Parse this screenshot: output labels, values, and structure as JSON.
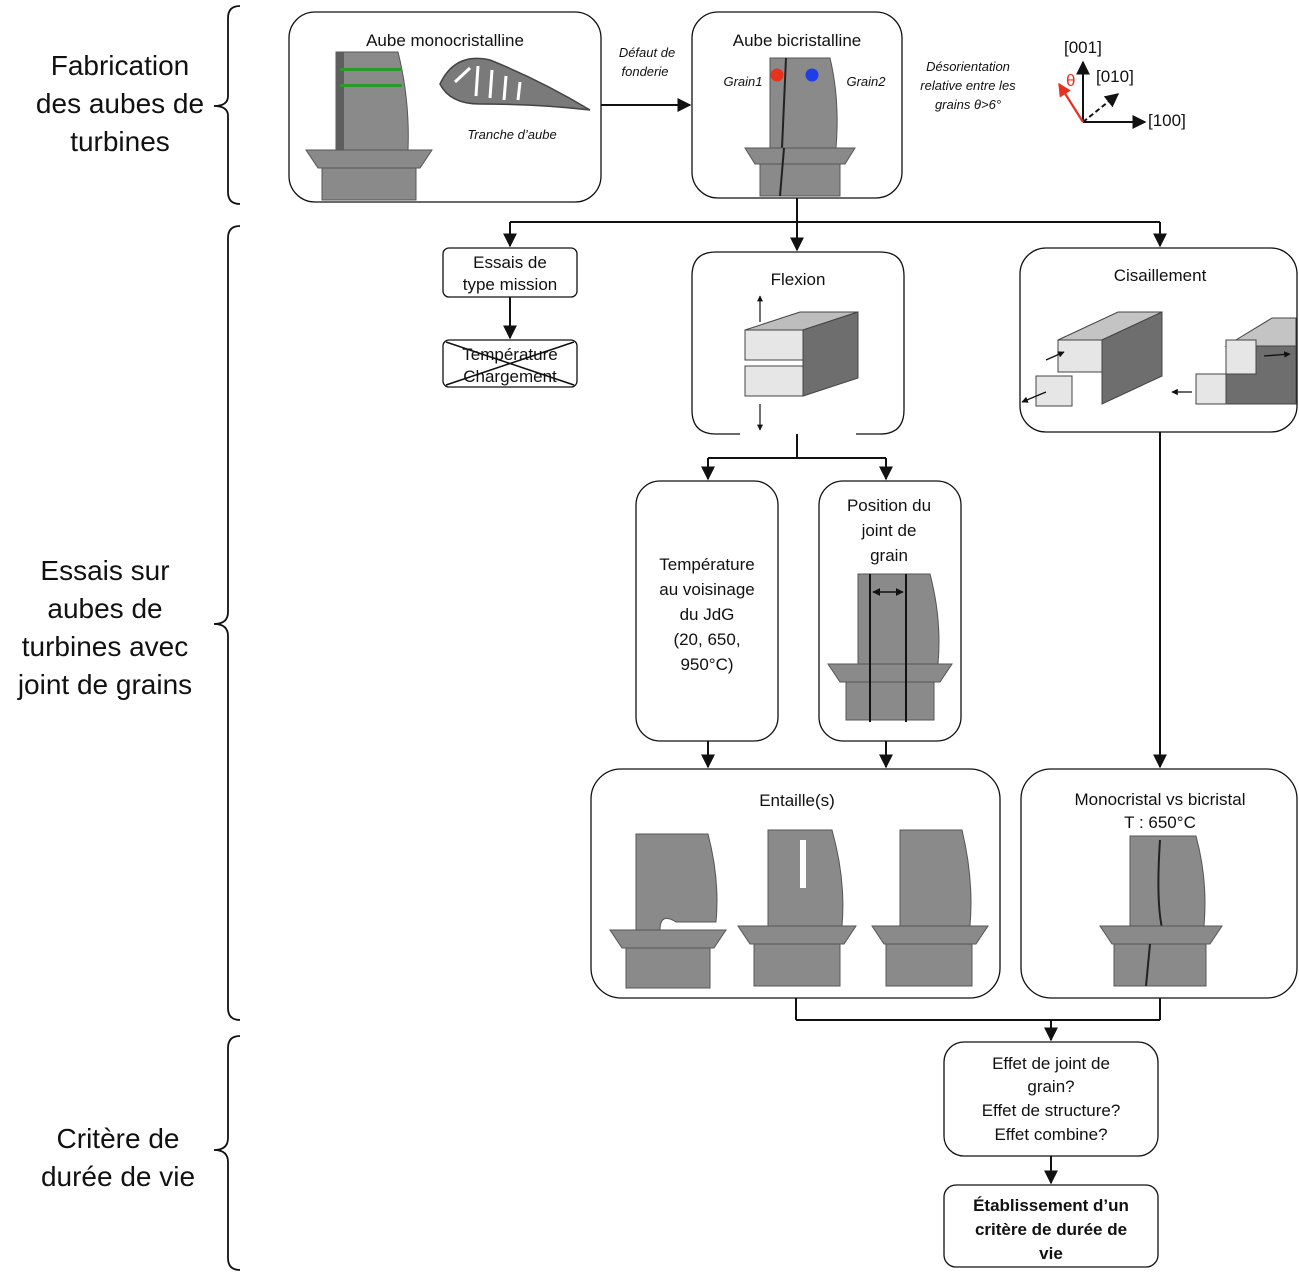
{
  "sections": {
    "fabrication": [
      "Fabrication",
      "des aubes de",
      "turbines"
    ],
    "essais": [
      "Essais sur",
      "aubes de",
      "turbines avec",
      "joint de grains"
    ],
    "critere": [
      "Critère de",
      "durée de vie"
    ]
  },
  "top": {
    "mono_title": "Aube monocristalline",
    "slice_caption": "Tranche d’aube",
    "defect_label": [
      "Défaut de",
      "fonderie"
    ],
    "bi_title": "Aube bicristalline",
    "grain1": "Grain1",
    "grain2": "Grain2",
    "misorientation": [
      "Désorientation",
      "relative entre les",
      "grains θ>6°"
    ],
    "axes": {
      "z": "[001]",
      "y": "[010]",
      "x": "[100]",
      "theta": "θ"
    }
  },
  "tests": {
    "mission": [
      "Essais de",
      "type mission"
    ],
    "crossed": [
      "Température",
      "Chargement"
    ],
    "flexion": "Flexion",
    "shear": "Cisaillement",
    "temperature": [
      "Température",
      "au voisinage",
      "du JdG",
      "(20, 650,",
      "950°C)"
    ],
    "gb_position": [
      "Position du",
      "joint de",
      "grain"
    ],
    "notches": "Entaille(s)",
    "mono_vs_bi": [
      "Monocristal vs bicristal",
      "T : 650°C"
    ]
  },
  "criterion": {
    "effects": [
      "Effet de joint de",
      "grain?",
      "Effet de structure?",
      "Effet combine?"
    ],
    "final": [
      "Établissement d’un",
      "critère de durée de",
      "vie"
    ]
  },
  "colors": {
    "grain1_dot": "#e8321e",
    "grain2_dot": "#1f3ee8",
    "theta_arrow": "#e8321e",
    "mono_band": "#2a9a2a"
  }
}
